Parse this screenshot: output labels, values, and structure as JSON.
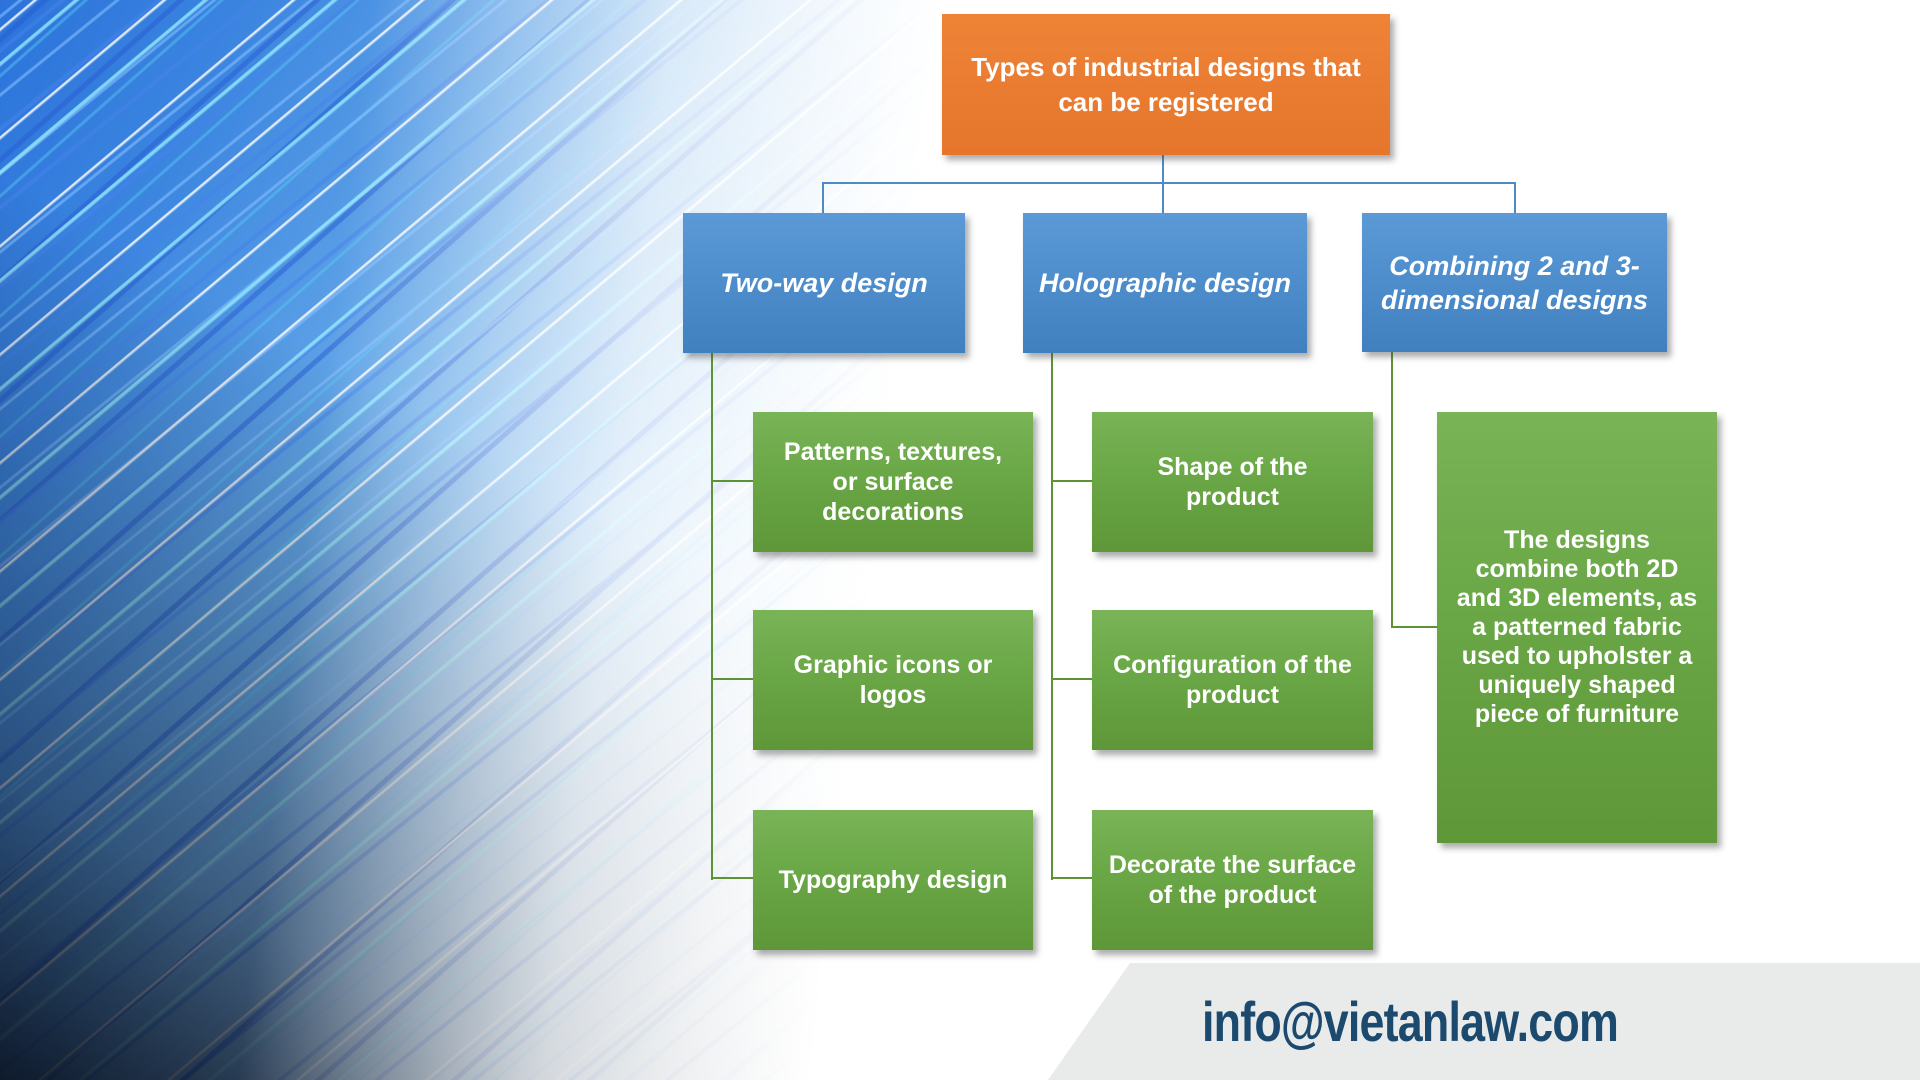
{
  "diagram": {
    "root": {
      "label": "Types of industrial designs that\ncan be registered"
    },
    "branches": [
      {
        "label": "Two-way design",
        "children": [
          "Patterns, textures,\nor surface\ndecorations",
          "Graphic icons or\nlogos",
          "Typography design"
        ]
      },
      {
        "label": "Holographic design",
        "children": [
          "Shape of the\nproduct",
          "Configuration of the\nproduct",
          "Decorate the surface\nof the product"
        ]
      },
      {
        "label": "Combining 2 and 3-\ndimensional designs",
        "children": [
          "The designs\ncombine both 2D\nand 3D elements, as\na patterned fabric\nused to upholster a\nuniquely shaped\npiece of furniture"
        ]
      }
    ]
  },
  "footer": {
    "email": "info@vietanlaw.com"
  },
  "colors": {
    "root_fill": "#ED7D31",
    "branch_fill": "#4E8AC8",
    "leaf_fill": "#6AA746",
    "connector_blue": "#4E8AC8",
    "connector_green": "#5E9335",
    "footer_bg": "#E9EAEA",
    "footer_text": "#1B4A6E",
    "background_accent": "#2B73DA"
  }
}
